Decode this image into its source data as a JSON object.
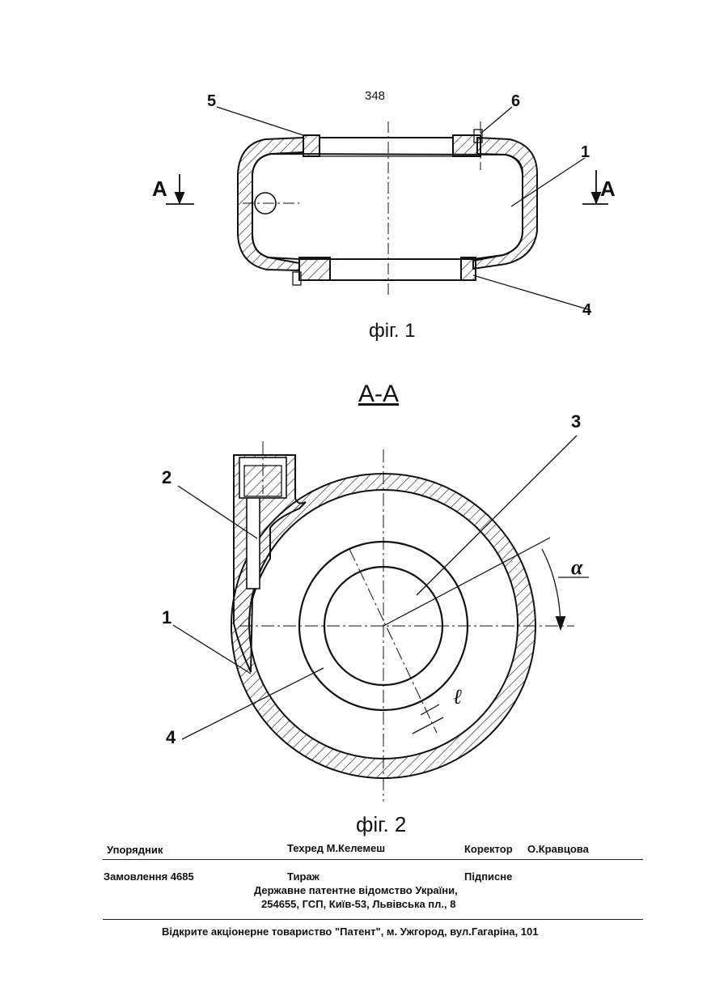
{
  "page_number": "348",
  "figure1": {
    "caption": "фіг. 1",
    "section_marks": [
      "A",
      "A"
    ],
    "callouts": [
      "5",
      "6",
      "1",
      "4"
    ]
  },
  "figure2": {
    "section_title": "A-A",
    "caption": "фіг. 2",
    "callouts": [
      "3",
      "2",
      "1",
      "4"
    ],
    "angle_label": "α",
    "length_label": "ℓ"
  },
  "footer": {
    "compiler_label": "Упорядник",
    "techred": "Техред М.Келемеш",
    "corrector_label": "Коректор",
    "corrector_name": "О.Кравцова",
    "order": "Замовлення  4685",
    "circulation": "Тираж",
    "signed": "Підписне",
    "office_line1": "Державне  патентне  відомство  України,",
    "office_line2": "254655,  ГСП,  Київ-53,  Львівська пл., 8",
    "printer": "Відкрите акціонерне товариство \"Патент\", м. Ужгород, вул.Гагаріна, 101"
  }
}
